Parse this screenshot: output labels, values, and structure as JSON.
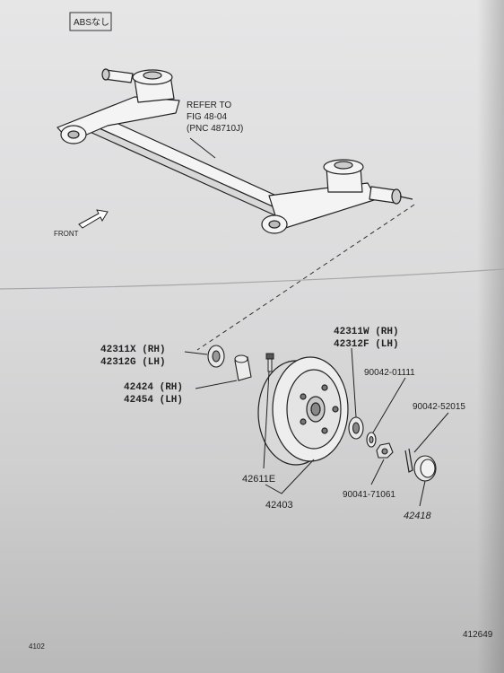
{
  "header": {
    "tag": "ABSなし"
  },
  "upper": {
    "refer_lines": [
      "REFER TO",
      "FIG  48-04",
      "(PNC 48710J)"
    ],
    "front_label": "FRONT"
  },
  "parts": {
    "bearing_outer": {
      "rh": "42311X (RH)",
      "lh": "42312G (LH)"
    },
    "spacer": {
      "rh": "42424 (RH)",
      "lh": "42454 (LH)"
    },
    "bearing_inner": {
      "rh": "42311W (RH)",
      "lh": "42312F (LH)"
    },
    "washer": "90042-01111",
    "cotter_pin": "90042-52015",
    "nut": "90041-71061",
    "hub_bolt": "42611E",
    "drum": "42403",
    "cap": "42418"
  },
  "footer": {
    "left": "4102",
    "right": "412649"
  }
}
